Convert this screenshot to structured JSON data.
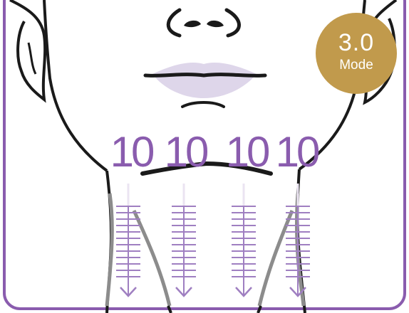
{
  "mode_badge": {
    "value": "3.0",
    "label": "Mode"
  },
  "counts": [
    "10",
    "10",
    "10",
    "10"
  ],
  "colors": {
    "frame_border": "#8a5cae",
    "count_text": "#8a5cae",
    "arrow": "#9f7fc1",
    "lips": "#ded6ea",
    "badge": "#c19a4c",
    "outline": "#1a1a1a",
    "neck_band": "#8c8c8c"
  },
  "icons": [
    "face-illustration",
    "down-arrow-icon"
  ]
}
